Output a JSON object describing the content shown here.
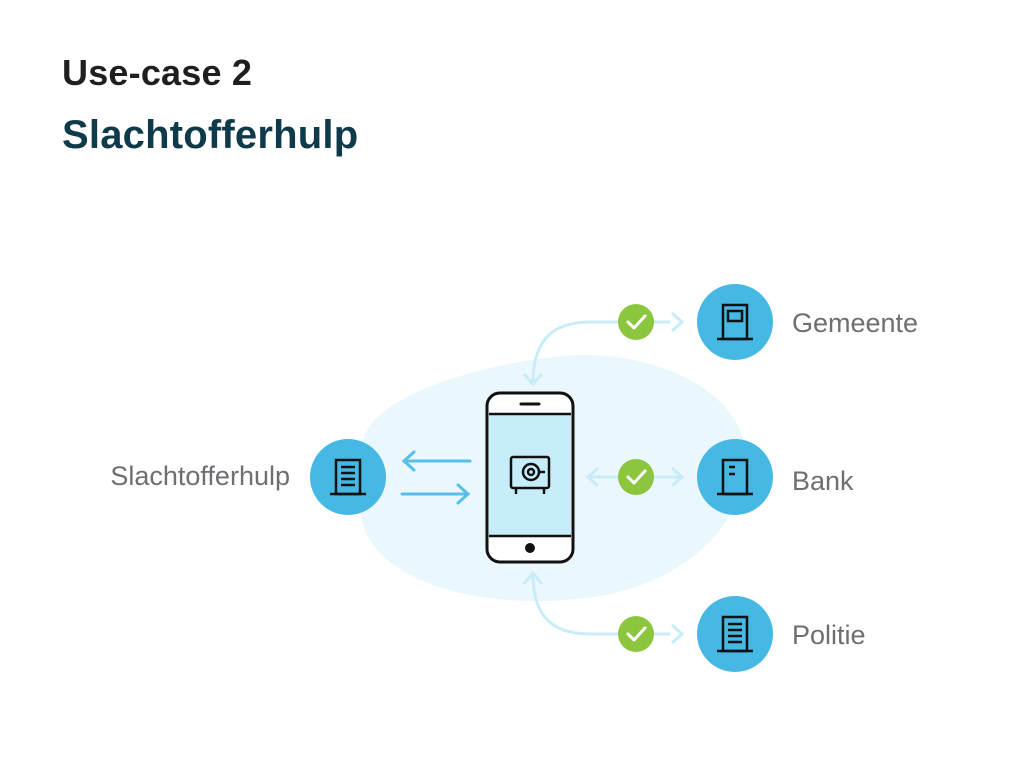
{
  "header": {
    "usecase": "Use-case 2",
    "subtitle": "Slachtofferhulp"
  },
  "diagram": {
    "source": {
      "label": "Slachtofferhulp",
      "icon": "building-icon"
    },
    "center": {
      "icon": "vault-icon",
      "device": "phone"
    },
    "targets": [
      {
        "label": "Gemeente",
        "icon": "building-icon",
        "verified": true
      },
      {
        "label": "Bank",
        "icon": "building-icon",
        "verified": true
      },
      {
        "label": "Politie",
        "icon": "building-icon",
        "verified": true
      }
    ]
  },
  "colors": {
    "node": "#45b8e3",
    "blob": "#eaf7fc",
    "arrow": "#57bfe8",
    "arrow_light": "#c9ecf9",
    "check": "#8cc63f",
    "phone_screen": "#c8edfa"
  }
}
